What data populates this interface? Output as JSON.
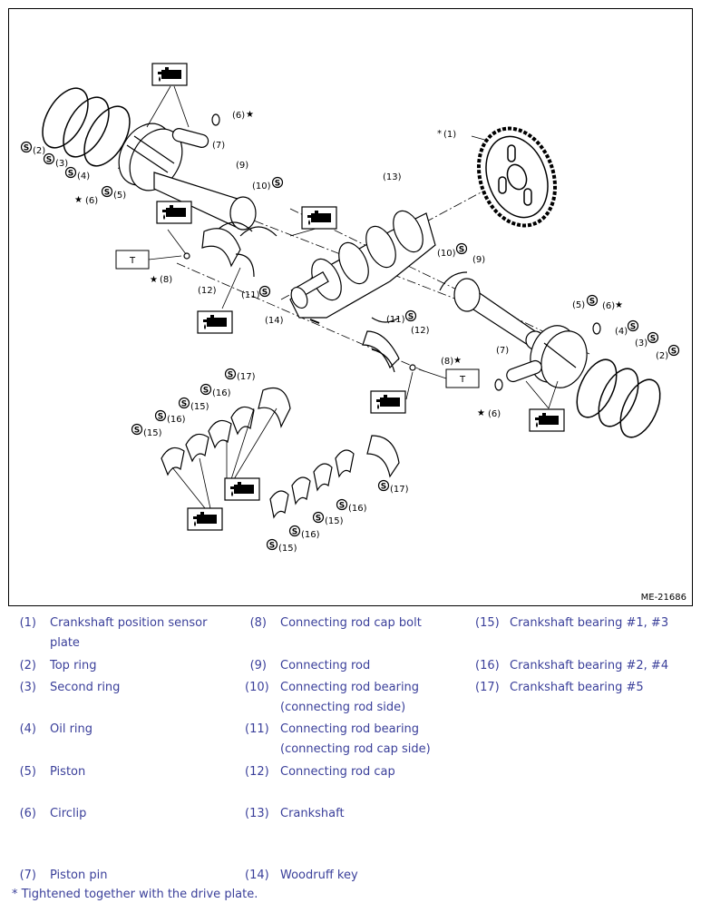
{
  "figure": {
    "id_label": "ME-21686",
    "callouts": {
      "c1": "(1)",
      "c2": "(2)",
      "c3": "(3)",
      "c4": "(4)",
      "c5": "(5)",
      "c6": "(6)",
      "c7": "(7)",
      "c8": "(8)",
      "c9": "(9)",
      "c10": "(10)",
      "c11": "(11)",
      "c12": "(12)",
      "c13": "(13)",
      "c14": "(14)",
      "c15": "(15)",
      "c16": "(16)",
      "c17": "(17)",
      "t": "T",
      "star": "★",
      "asterisk": "*"
    }
  },
  "legend": [
    {
      "num": "(1)",
      "text": "Crankshaft position sensor plate"
    },
    {
      "num": "(2)",
      "text": "Top ring"
    },
    {
      "num": "(3)",
      "text": "Second ring"
    },
    {
      "num": "(4)",
      "text": "Oil ring"
    },
    {
      "num": "(5)",
      "text": "Piston"
    },
    {
      "num": "(6)",
      "text": "Circlip"
    },
    {
      "num": "(7)",
      "text": "Piston pin"
    },
    {
      "num": "(8)",
      "text": "Connecting rod cap bolt"
    },
    {
      "num": "(9)",
      "text": "Connecting rod"
    },
    {
      "num": "(10)",
      "text": "Connecting rod bearing (connecting rod side)"
    },
    {
      "num": "(11)",
      "text": "Connecting rod bearing (connecting rod cap side)"
    },
    {
      "num": "(12)",
      "text": "Connecting rod cap"
    },
    {
      "num": "(13)",
      "text": "Crankshaft"
    },
    {
      "num": "(14)",
      "text": "Woodruff key"
    },
    {
      "num": "(15)",
      "text": "Crankshaft bearing #1, #3"
    },
    {
      "num": "(16)",
      "text": "Crankshaft bearing #2, #4"
    },
    {
      "num": "(17)",
      "text": "Crankshaft bearing #5"
    }
  ],
  "footnote": "* Tightened together with the drive plate."
}
